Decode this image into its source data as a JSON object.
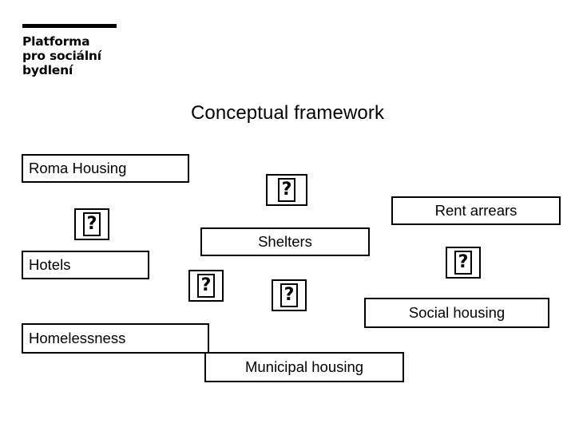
{
  "logo": {
    "line1": "Platforma",
    "line2": "pro sociální",
    "line3": "bydlení"
  },
  "title": "Conceptual framework",
  "glyph_char": "?",
  "nodes": [
    {
      "id": "roma-housing",
      "label": "Roma Housing"
    },
    {
      "id": "hotels",
      "label": "Hotels"
    },
    {
      "id": "homelessness",
      "label": "Homelessness"
    },
    {
      "id": "shelters",
      "label": "Shelters"
    },
    {
      "id": "municipal-housing",
      "label": "Municipal housing"
    },
    {
      "id": "rent-arrears",
      "label": "Rent arrears"
    },
    {
      "id": "social-housing",
      "label": "Social housing"
    }
  ],
  "glyph_boxes": [
    {
      "id": "glyph-1"
    },
    {
      "id": "glyph-2"
    },
    {
      "id": "glyph-3"
    },
    {
      "id": "glyph-4"
    },
    {
      "id": "glyph-5"
    }
  ]
}
